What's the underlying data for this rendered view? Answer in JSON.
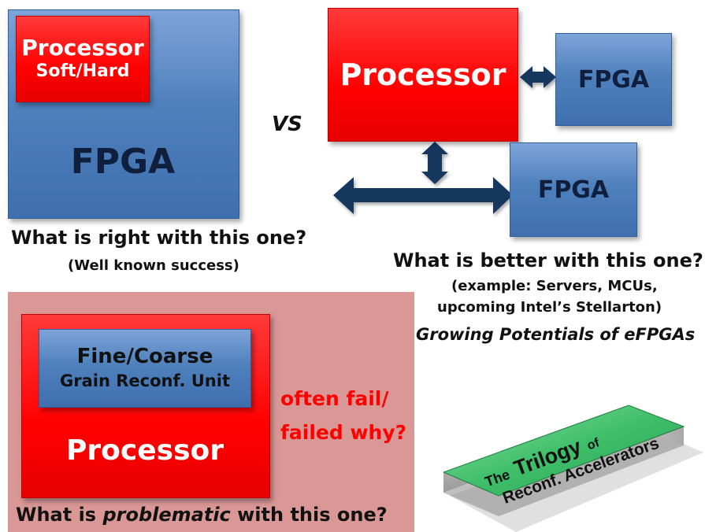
{
  "top_left": {
    "processor_title": "Processor",
    "processor_sub": "Soft/Hard",
    "fpga_label": "FPGA"
  },
  "vs_label": "VS",
  "question_1": "What is right with this one?",
  "question_1_sub": "(Well known success)",
  "top_right": {
    "processor_label": "Processor",
    "fpga_1_label": "FPGA",
    "fpga_2_label": "FPGA"
  },
  "question_2": "What is better with this one?",
  "question_2_example_1": "(example: Servers, MCUs,",
  "question_2_example_2": "upcoming  Intel’s Stellarton)",
  "question_2_growing": "Growing Potentials  of eFPGAs",
  "bottom_left": {
    "grain_line_1": "Fine/Coarse",
    "grain_line_2": "Grain Reconf. Unit",
    "processor_label": "Processor",
    "fail_line_1": "often fail/",
    "fail_line_2": "failed why?"
  },
  "question_3_pre": "What is ",
  "question_3_em": "problematic",
  "question_3_post": "  with this one?",
  "trilogy": {
    "line_1_the": "The",
    "line_1_trilogy": "Trilogy",
    "line_1_of": "of",
    "line_2": "Reconf. Accelerators"
  },
  "colors": {
    "red": "#ff0000",
    "blue": "#4f81bd",
    "arrow": "#17375e",
    "bottom_panel": "#d99795",
    "plate_green": "#3fbf6a"
  }
}
